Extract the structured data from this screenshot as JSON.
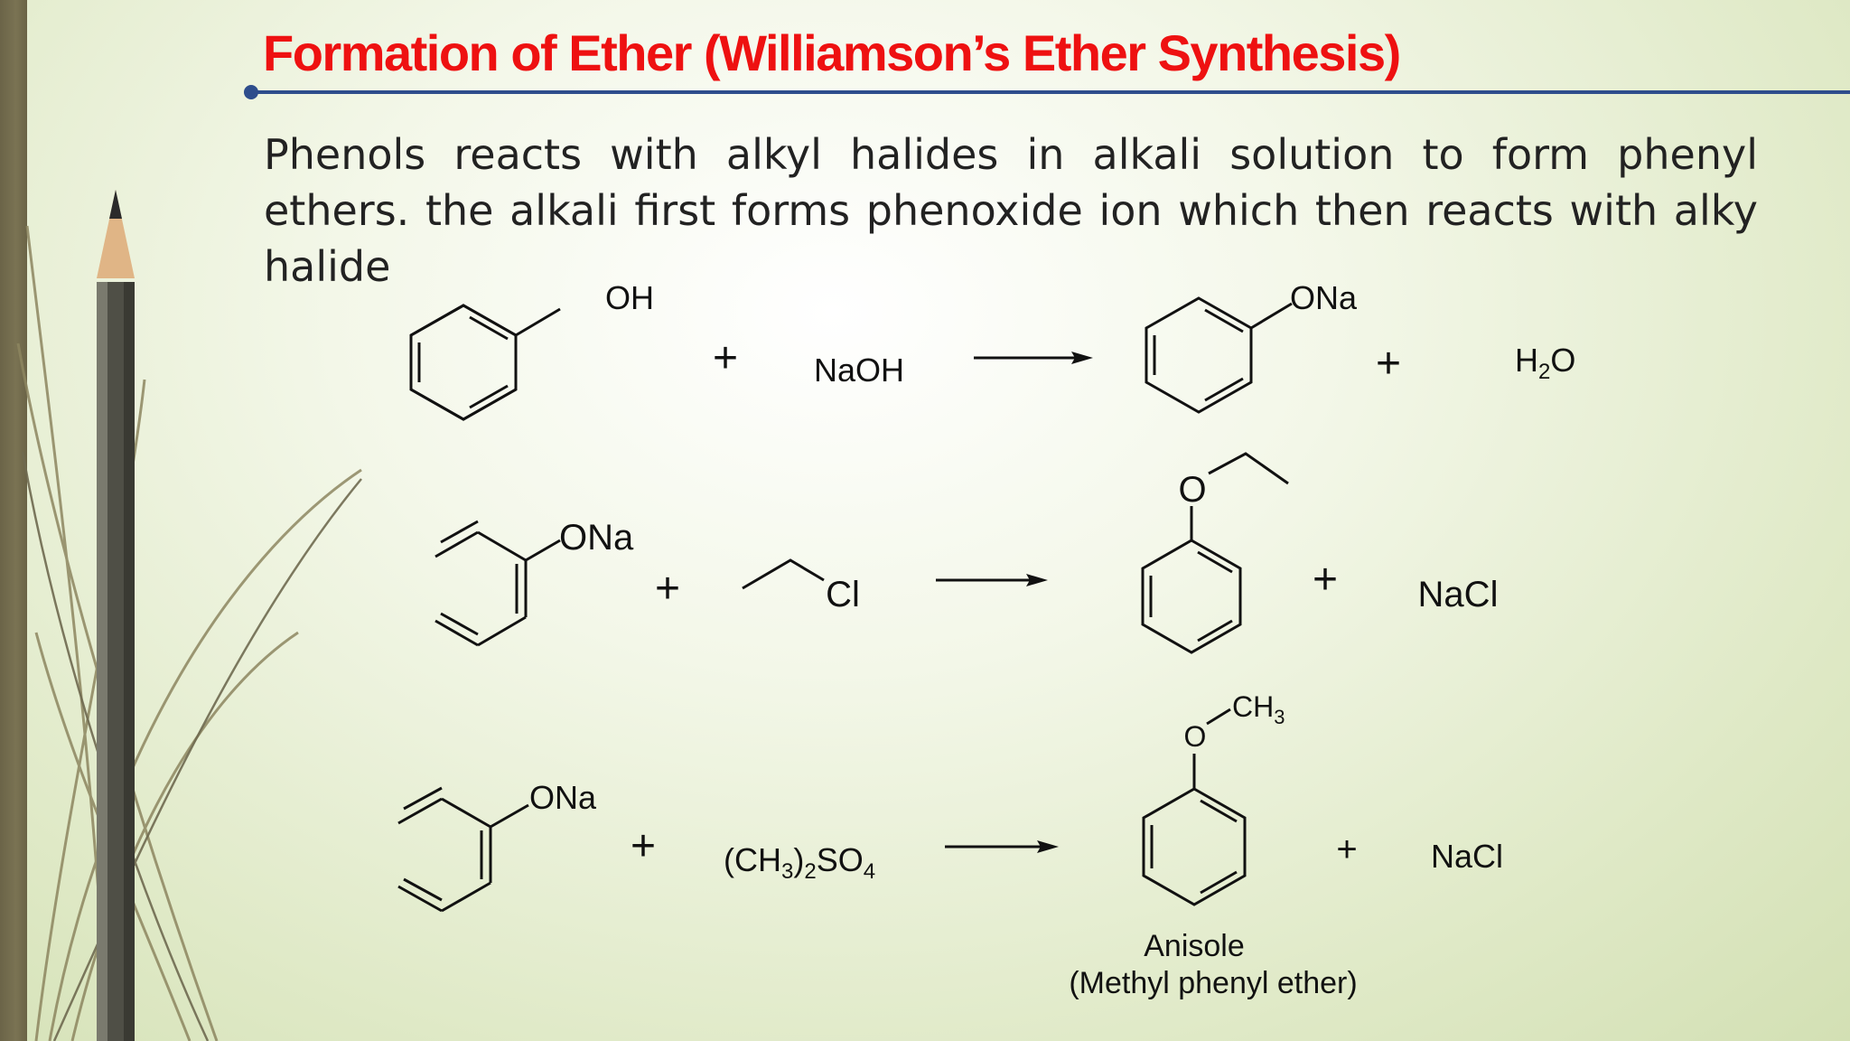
{
  "slide": {
    "title": "Formation of Ether (Williamson’s Ether Synthesis)",
    "intro": "Phenols reacts with alkyl halides in alkali solution to form phenyl ethers. the alkali first forms phenoxide ion which then reacts with alky halide"
  },
  "reactions": [
    {
      "reactant1_group": "OH",
      "reagent": "NaOH",
      "product_group": "ONa",
      "byproduct": {
        "base": "H",
        "sub": "2",
        "tail": "O"
      }
    },
    {
      "reactant1_group": "ONa",
      "reagent_atom": "Cl",
      "product_group": "O",
      "byproduct": "NaCl"
    },
    {
      "reactant1_group": "ONa",
      "reagent": {
        "p1": "(CH",
        "s1": "3",
        "p2": ")",
        "s2": "2",
        "p3": "SO",
        "s3": "4"
      },
      "product_oxygen": "O",
      "product_methyl": {
        "base": "CH",
        "sub": "3"
      },
      "byproduct": "NaCl",
      "product_name": "Anisole",
      "product_subname": "(Methyl phenyl ether)"
    }
  ],
  "plus_sign": "+",
  "colors": {
    "title": "#ee1111",
    "rule": "#2e4d8c",
    "text": "#222222",
    "sidebar": "#6b6448"
  },
  "decor": {
    "pencil": "pencil-icon"
  }
}
